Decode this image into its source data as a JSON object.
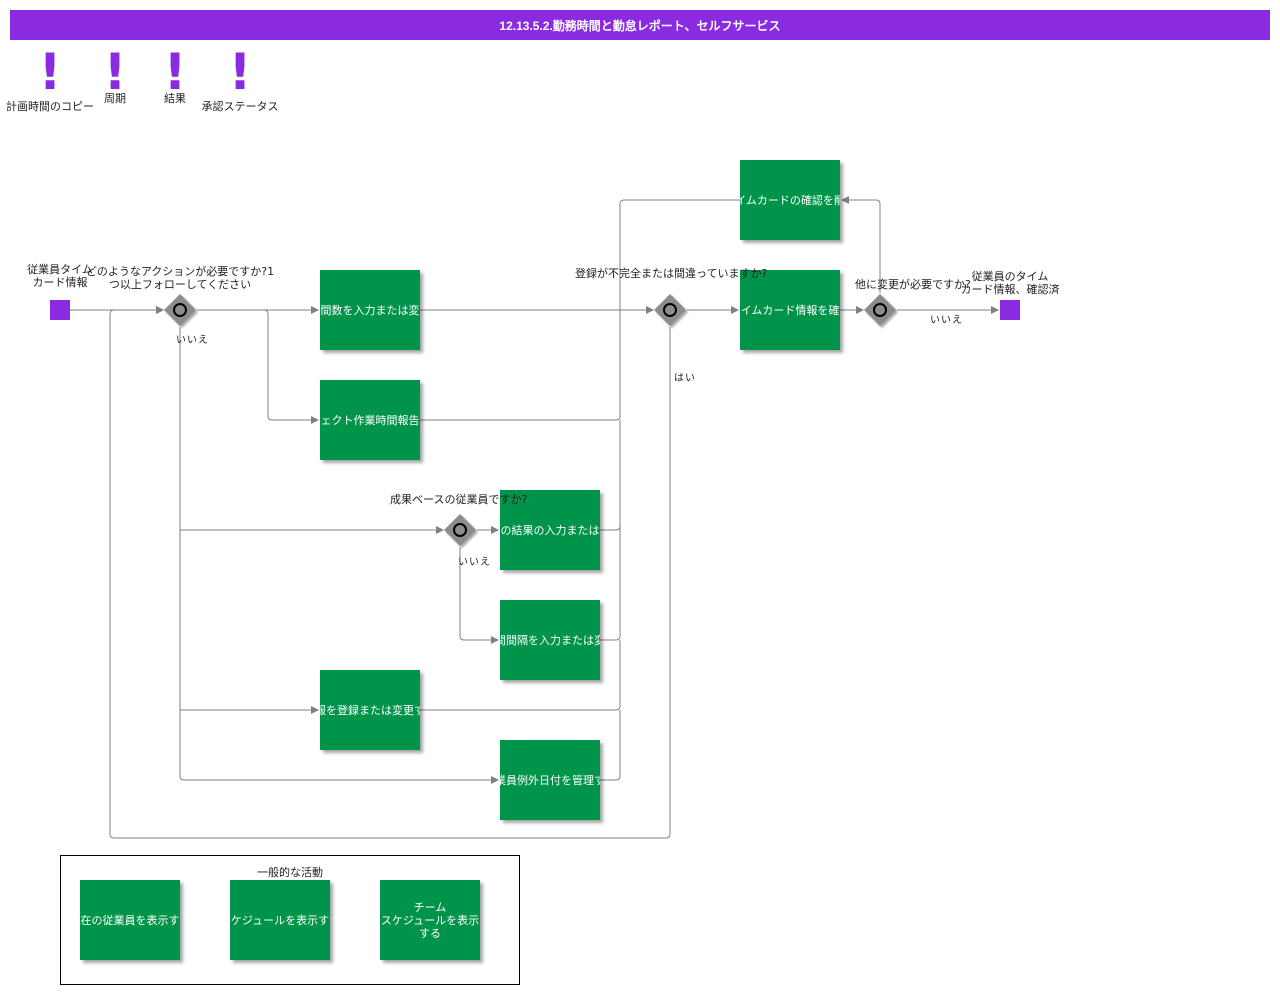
{
  "header": {
    "title": "12.13.5.2.勤務時間と勤怠レポート、セルフサービス"
  },
  "warnings": [
    {
      "label": "計画時間のコピー"
    },
    {
      "label": "周期"
    },
    {
      "label": "結果"
    },
    {
      "label": "承認ステータス"
    }
  ],
  "events": {
    "start_label": "従業員タイム\nカード情報",
    "end_label": "従業員のタイム\nカード情報、確認済"
  },
  "gateways": {
    "action_question": "どのようなアクションが必要ですか?1\nつ以上フォローしてください",
    "action_no": "いいえ",
    "complete_question": "登録が不完全または間違っていますか?",
    "complete_yes": "はい",
    "more_question": "他に変更が必要ですか?",
    "more_no": "いいえ",
    "result_question": "成果ベースの従業員ですか?",
    "result_no": "いいえ"
  },
  "tasks": {
    "enter_hours": "時間数を入力または変更",
    "project_report": "プロジェクト作業時間報告の入力",
    "enter_results": "時間の結果の入力または変更",
    "enter_interval": "時間間隔を入力または変更",
    "register_info": "情報を登録または変更する",
    "manage_exceptions": "従業員例外日付を管理する",
    "confirm_card": "タイムカード情報を確認",
    "delete_confirm": "タイムカードの確認を削除"
  },
  "legend": {
    "title": "一般的な活動",
    "items": [
      "現在の従業員を表示する",
      "スケジュールを表示する",
      "チーム\nスケジュールを表示する"
    ]
  },
  "colors": {
    "accent": "#8a2be2",
    "task": "#00944a",
    "gateway": "#8c8c8c",
    "connector": "#808080"
  }
}
